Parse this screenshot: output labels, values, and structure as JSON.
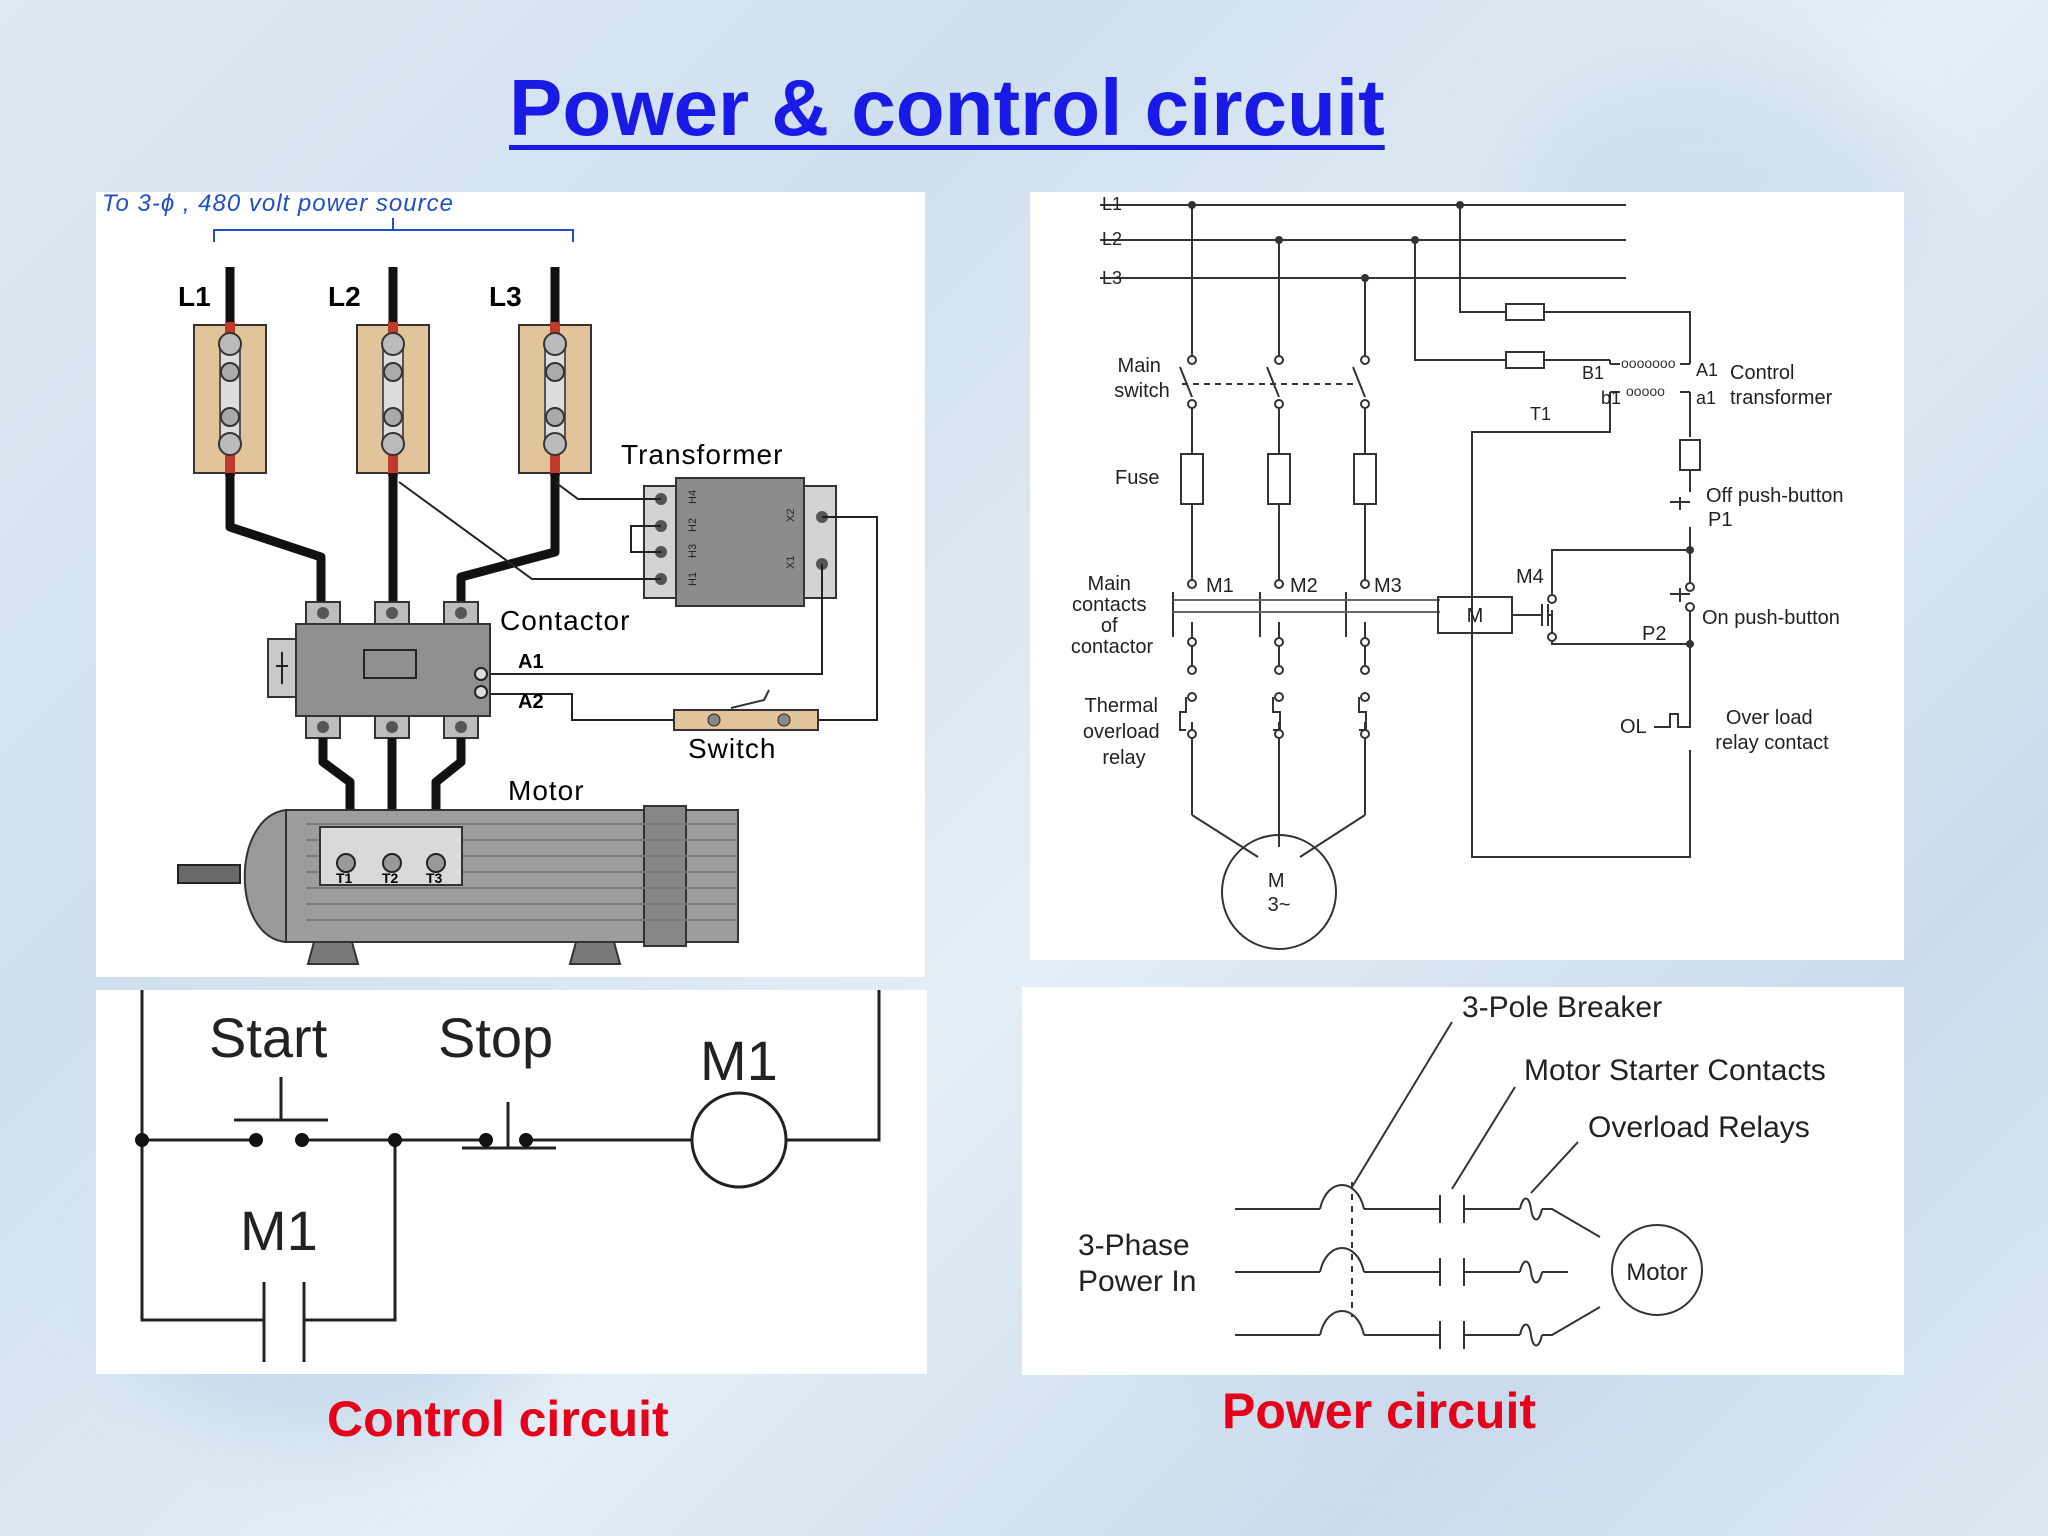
{
  "title": "Power & control circuit",
  "captions": {
    "control": "Control circuit",
    "power": "Power circuit"
  },
  "wiring": {
    "source": "To 3-ϕ , 480 volt power source",
    "lines": [
      "L1",
      "L2",
      "L3"
    ],
    "transformer": "Transformer",
    "contactor": "Contactor",
    "a1": "A1",
    "a2": "A2",
    "switch": "Switch",
    "motor": "Motor",
    "terminals": [
      "T1",
      "T2",
      "T3"
    ],
    "transformer_terminals": [
      "H4",
      "H2",
      "H3",
      "H1",
      "X2",
      "X1"
    ]
  },
  "schematic": {
    "lines": [
      "L1",
      "L2",
      "L3"
    ],
    "main_switch": [
      "Main",
      "switch"
    ],
    "fuse": "Fuse",
    "main_contacts": [
      "Main",
      "contacts",
      "of",
      "contactor"
    ],
    "m_labels": [
      "M1",
      "M2",
      "M3"
    ],
    "coil": "M",
    "m4": "M4",
    "thermal": [
      "Thermal",
      "overload",
      "relay"
    ],
    "motor": [
      "M",
      "3~"
    ],
    "b1": "B1",
    "a1": "A1",
    "b1_small": "b1",
    "a1_small": "a1",
    "t1": "T1",
    "control_transformer": [
      "Control",
      "transformer"
    ],
    "off_button": [
      "Off push-button",
      "P1"
    ],
    "on_button": "On push-button",
    "p2": "P2",
    "ol": "OL",
    "overload_contact": [
      "Over load",
      "relay contact"
    ]
  },
  "ladder": {
    "start": "Start",
    "stop": "Stop",
    "coil": "M1",
    "seal": "M1"
  },
  "oneline": {
    "breaker": "3-Pole Breaker",
    "starter": "Motor Starter Contacts",
    "overload": "Overload Relays",
    "power_in": [
      "3-Phase",
      "Power In"
    ],
    "motor": "Motor"
  }
}
